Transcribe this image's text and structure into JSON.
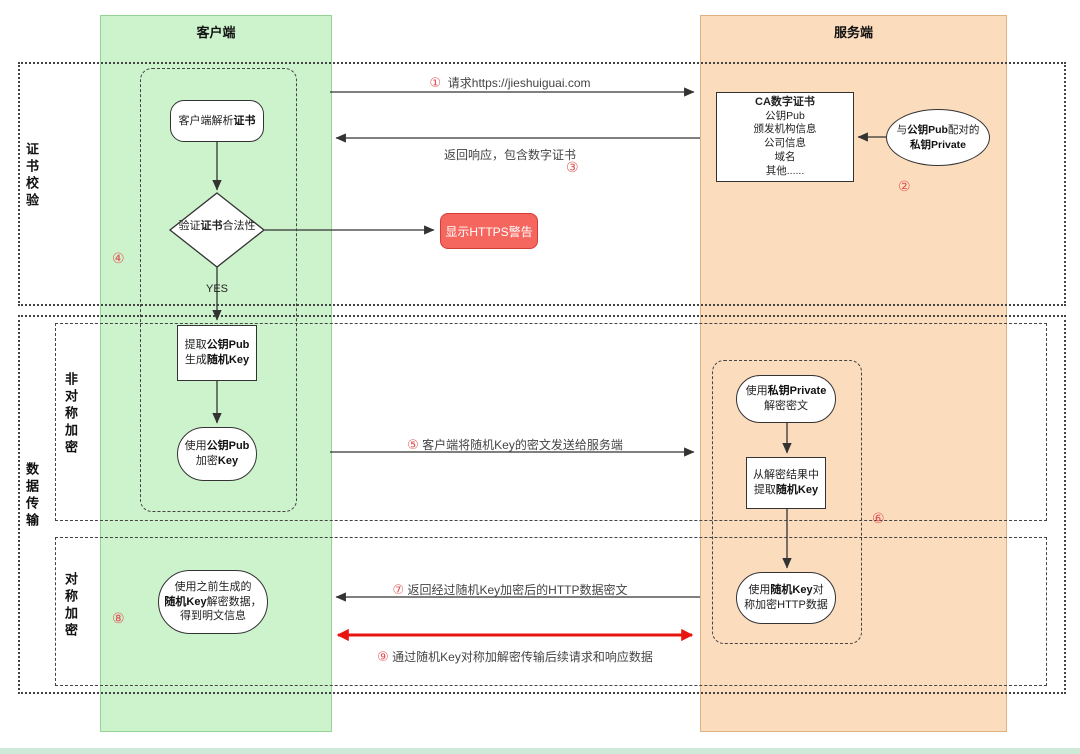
{
  "client": {
    "title": "客户端",
    "flow": {
      "parse_cert": {
        "t1": "客户端解析",
        "b1": "证书"
      },
      "verify": {
        "t1": "验证",
        "b1": "证书",
        "t2": "合法性"
      },
      "yes": "YES",
      "extract": {
        "l1t": "提取",
        "l1b": "公钥Pub",
        "l2t": "生成",
        "l2b": "随机Key"
      },
      "encrypt": {
        "l1t": "使用",
        "l1b": "公钥Pub",
        "l2t": "加密",
        "l2b": "Key"
      },
      "decrypt_msg": {
        "l1": "使用之前生成的",
        "l2b": "随机Key",
        "l2t": "解密数据，",
        "l3": "得到明文信息"
      }
    }
  },
  "server": {
    "title": "服务端",
    "ca_cert": {
      "title": "CA数字证书",
      "lines": [
        "公钥Pub",
        "颁发机构信息",
        "公司信息",
        "域名",
        "其他......"
      ]
    },
    "private_key": {
      "t1": "与",
      "b1": "公钥Pub",
      "t2": "配对的",
      "b2": "私钥Private"
    },
    "flow": {
      "decrypt": {
        "l1t": "使用",
        "l1b": "私钥Private",
        "l2": "解密密文"
      },
      "extract_key": {
        "l1": "从解密结果中",
        "l2t": "提取",
        "l2b": "随机Key"
      },
      "sym_encrypt": {
        "l1t": "使用",
        "l1b": "随机Key",
        "l1t2": "对",
        "l2": "称加密HTTP数据"
      }
    }
  },
  "warning": "显示HTTPS警告",
  "regions": {
    "cert_check": "证书校验",
    "data_transfer": "数据传输",
    "asymmetric": "非对称加密",
    "symmetric": "对称加密"
  },
  "steps": {
    "n1": "①",
    "l1": "请求https://jieshuiguai.com",
    "n2": "②",
    "n3": "③",
    "l3": "返回响应，包含数字证书",
    "n4": "④",
    "n5": "⑤",
    "l5": "客户端将随机Key的密文发送给服务端",
    "n6": "⑥",
    "n7": "⑦",
    "l7": "返回经过随机Key加密后的HTTP数据密文",
    "n8": "⑧",
    "n9": "⑨",
    "l9": "通过随机Key对称加解密传输后续请求和响应数据"
  },
  "colors": {
    "client_bg": "#cdf3cd",
    "server_bg": "#fbdcbd",
    "warning_bg": "#f4665e",
    "step_red": "#e05353",
    "arrow_red": "#e8140f"
  }
}
